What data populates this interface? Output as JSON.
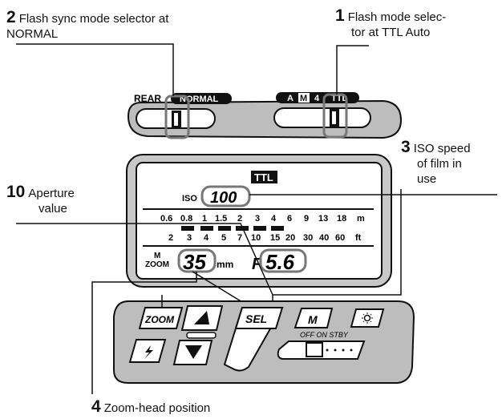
{
  "callouts": {
    "c2": {
      "num": "2",
      "line1": "Flash sync mode selector at",
      "line2": "NORMAL"
    },
    "c1": {
      "num": "1",
      "line1": "Flash mode selec-",
      "line2": "tor at TTL Auto"
    },
    "c3": {
      "num": "3",
      "line1": "ISO speed",
      "line2": "of film in",
      "line3": "use"
    },
    "c10": {
      "num": "10",
      "line1": "Aperture",
      "line2": "value"
    },
    "c4": {
      "num": "4",
      "line1": "Zoom-head position"
    }
  },
  "top_panel": {
    "rear_label": "REAR",
    "normal_label": "NORMAL",
    "mode_labels": [
      "A",
      "M",
      "4",
      "TTL"
    ]
  },
  "lcd": {
    "ttl": "TTL",
    "iso_label": "ISO",
    "iso_value": "100",
    "meter_scale": [
      "0.6",
      "0.8",
      "1",
      "1.5",
      "2",
      "3",
      "4",
      "6",
      "9",
      "13",
      "18"
    ],
    "meter_unit": "m",
    "feet_scale": [
      "2",
      "3",
      "4",
      "5",
      "7",
      "10",
      "15",
      "20",
      "30",
      "40",
      "60"
    ],
    "feet_unit": "ft",
    "zoom_m": "M",
    "zoom_label": "ZOOM",
    "zoom_value": "35",
    "mm_label": "mm",
    "f_label": "F",
    "aperture_value": "5.6"
  },
  "buttons": {
    "zoom": "ZOOM",
    "sel": "SEL",
    "m": "M",
    "off_on_stby": "OFF ON STBY"
  },
  "icons": [
    "sun-lamp-icon",
    "flash-bolt-icon",
    "up-arrow-icon",
    "down-arrow-icon"
  ]
}
